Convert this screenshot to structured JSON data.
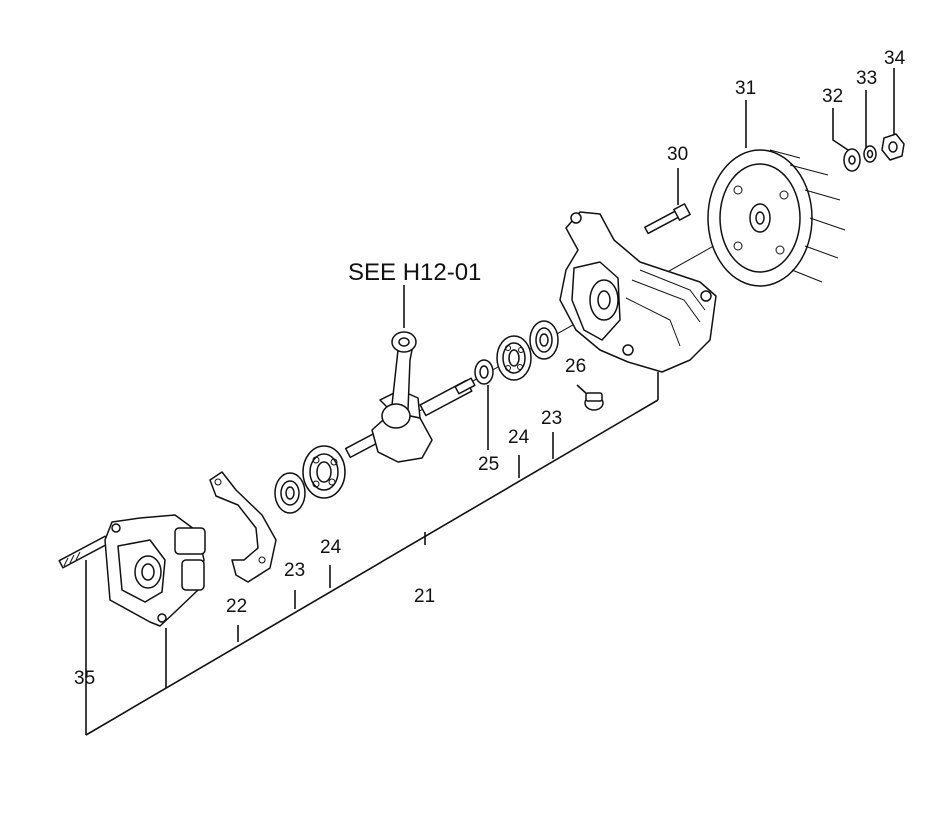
{
  "diagram": {
    "reference_label": "SEE H12-01",
    "callouts": {
      "c21": "21",
      "c22": "22",
      "c23a": "23",
      "c23b": "23",
      "c24a": "24",
      "c24b": "24",
      "c25": "25",
      "c26": "26",
      "c30": "30",
      "c31": "31",
      "c32": "32",
      "c33": "33",
      "c34": "34",
      "c35": "35"
    }
  }
}
